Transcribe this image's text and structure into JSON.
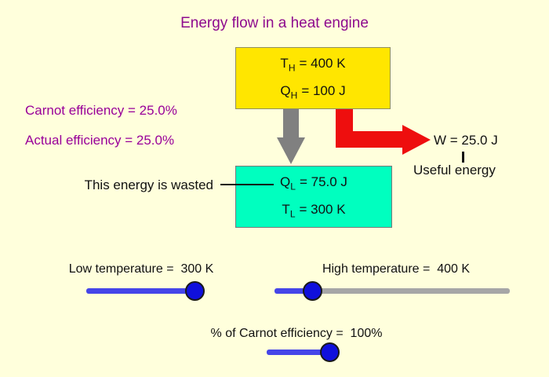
{
  "title": "Energy flow in a heat engine",
  "hot_box": {
    "t": "T",
    "t_sub": "H",
    "t_eq": "= 400 K",
    "q": "Q",
    "q_sub": "H",
    "q_eq": "= 100 J"
  },
  "cold_box": {
    "q": "Q",
    "q_sub": "L",
    "q_eq": "= 75.0 J",
    "t": "T",
    "t_sub": "L",
    "t_eq": "= 300 K"
  },
  "efficiency": {
    "carnot": "Carnot efficiency = 25.0%",
    "actual": "Actual efficiency = 25.0%"
  },
  "annotations": {
    "wasted": "This energy is wasted",
    "work": "W = 25.0 J",
    "useful": "Useful energy"
  },
  "sliders": {
    "low_temp": {
      "label": "Low temperature =  300 K",
      "value": "300 K"
    },
    "high_temp": {
      "label": "High temperature =  400 K",
      "value": "400 K"
    },
    "carnot_pct": {
      "label": "% of Carnot efficiency =  100%",
      "value": "100%"
    }
  },
  "colors": {
    "background": "#FFFFDC",
    "title_text": "#8E0A8E",
    "efficiency_text": "#990099",
    "hot_box": "#FFE600",
    "cold_box": "#00FFBF",
    "work_arrow": "#EE0E0E",
    "waste_arrow": "#808080",
    "slider_fill": "#4545E8",
    "slider_rest": "#A6A6A6",
    "slider_thumb": "#1010DC"
  }
}
